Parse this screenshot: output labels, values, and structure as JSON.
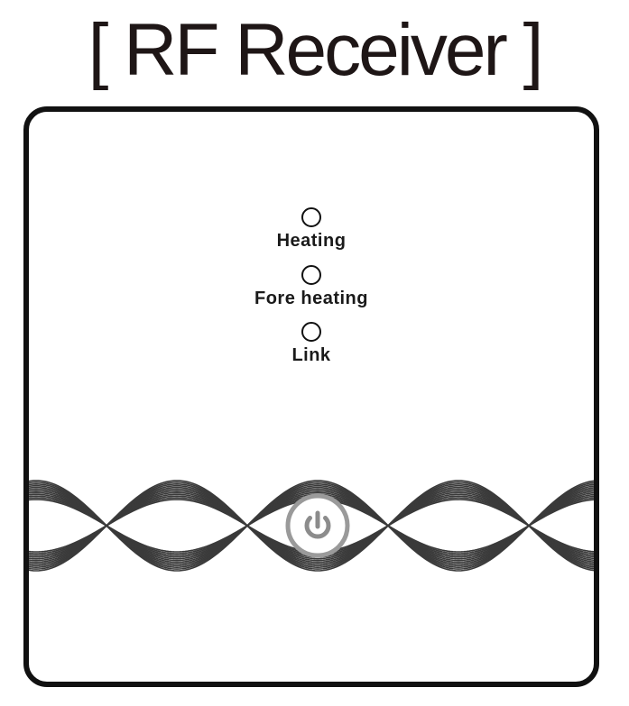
{
  "title": "[ RF Receiver ]",
  "indicators": [
    {
      "label": "Heating"
    },
    {
      "label": "Fore heating"
    },
    {
      "label": "Link"
    }
  ],
  "power_button": {
    "icon": "power-icon"
  },
  "colors": {
    "outline": "#111111",
    "wave_lines": "#3a3a3a",
    "button_ring": "#9a9a9a",
    "button_face": "#ffffff",
    "power_symbol": "#8c8c8c"
  }
}
